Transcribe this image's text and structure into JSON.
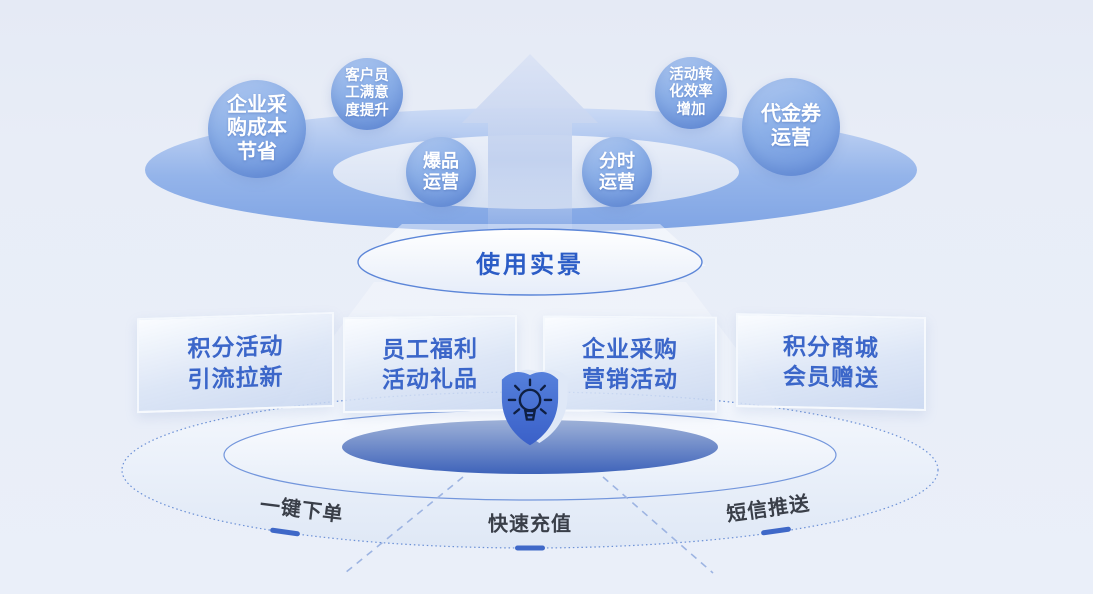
{
  "colors": {
    "background": "#e9eef8",
    "ring_blue": "#84a8e5",
    "bubble_blue": "#6f96dd",
    "panel_text_blue": "#3b66c9",
    "center_text_blue": "#2b5cc6",
    "dark_platform_blue": "#3f65bb",
    "shield_blue": "#3f66cb",
    "label_dark": "#3a3f49",
    "dash_blue": "#3f68c8"
  },
  "bubbles": [
    {
      "label": "企业采\n购成本\n节省"
    },
    {
      "label": "客户员\n工满意\n度提升"
    },
    {
      "label": "爆品\n运营"
    },
    {
      "label": "分时\n运营"
    },
    {
      "label": "活动转\n化效率\n增加"
    },
    {
      "label": "代金券\n运营"
    }
  ],
  "center": {
    "label": "使用实景"
  },
  "panels": [
    {
      "label": "积分活动\n引流拉新"
    },
    {
      "label": "员工福利\n活动礼品"
    },
    {
      "label": "企业采购\n营销活动"
    },
    {
      "label": "积分商城\n会员赠送"
    }
  ],
  "platform": {
    "labels": [
      {
        "label": "一键下单"
      },
      {
        "label": "快速充值"
      },
      {
        "label": "短信推送"
      }
    ]
  },
  "icons": {
    "shield": "shield-icon",
    "lightbulb": "lightbulb-icon",
    "arrow": "up-arrow-icon"
  }
}
